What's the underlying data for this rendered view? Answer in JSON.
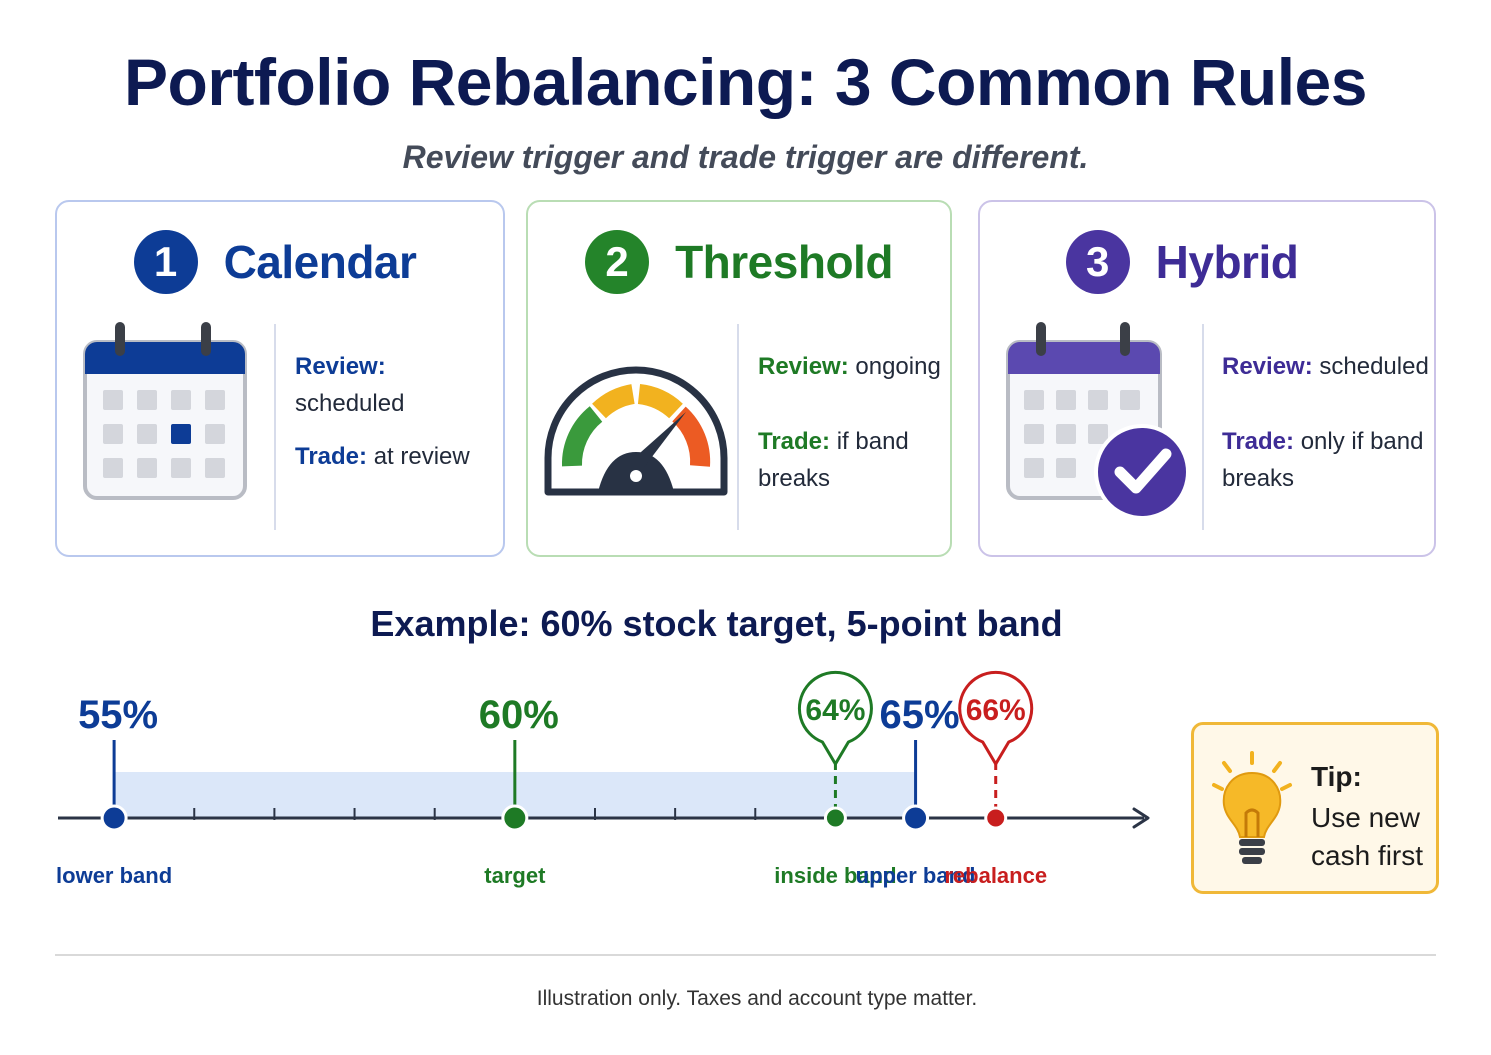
{
  "title": "Portfolio Rebalancing: 3 Common Rules",
  "subtitle": "Review trigger and trade trigger are different.",
  "cards": [
    {
      "number": "1",
      "name": "Calendar",
      "icon": "calendar-icon",
      "color": "#0d3c96",
      "review_label": "Review:",
      "review_value": "scheduled",
      "trade_label": "Trade:",
      "trade_value": "at review"
    },
    {
      "number": "2",
      "name": "Threshold",
      "icon": "gauge-icon",
      "color": "#1e7a25",
      "review_label": "Review:",
      "review_value": "ongoing",
      "trade_label": "Trade:",
      "trade_value": "if band",
      "trade_value_2": "breaks"
    },
    {
      "number": "3",
      "name": "Hybrid",
      "icon": "calendar-check-icon",
      "color": "#3e2c96",
      "review_label": "Review:",
      "review_value": "scheduled",
      "trade_label": "Trade:",
      "trade_value": "only if band",
      "trade_value_2": "breaks"
    }
  ],
  "example": {
    "title": "Example: 60% stock target, 5-point band",
    "axis_min": 54.3,
    "axis_max": 67.9,
    "band": [
      55,
      65
    ],
    "markers": [
      {
        "value": 55,
        "label": "55%",
        "caption": "lower band",
        "style": "plain",
        "color": "#0d3c96"
      },
      {
        "value": 60,
        "label": "60%",
        "caption": "target",
        "style": "plain",
        "color": "#1e7a25"
      },
      {
        "value": 64,
        "label": "64%",
        "caption": "inside band",
        "style": "pin",
        "color": "#1e7a25"
      },
      {
        "value": 65,
        "label": "65%",
        "caption": "upper band",
        "style": "plain",
        "color": "#0d3c96"
      },
      {
        "value": 66,
        "label": "66%",
        "caption": "rebalance",
        "style": "pin",
        "color": "#c81e1e"
      }
    ],
    "ticks": [
      56,
      57,
      58,
      59,
      61,
      62,
      63
    ]
  },
  "tip": {
    "icon": "lightbulb-icon",
    "title": "Tip:",
    "text_line1": "Use new",
    "text_line2": "cash first"
  },
  "footnote": "Illustration only. Taxes and account type matter."
}
